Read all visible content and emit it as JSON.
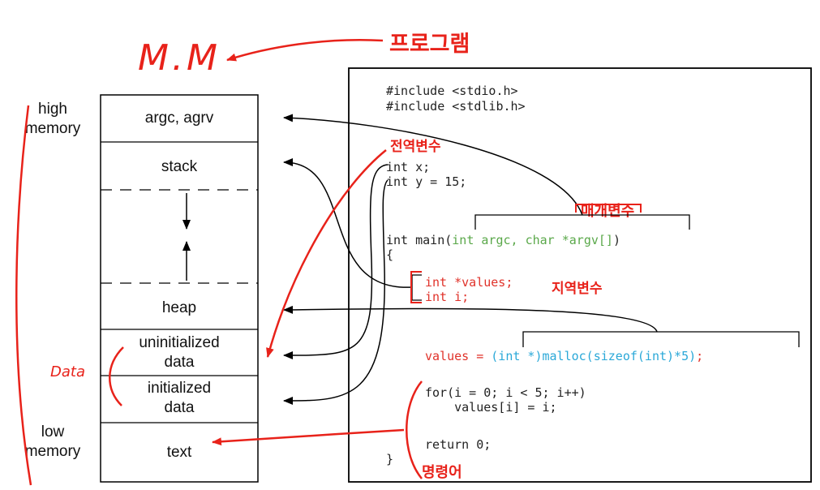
{
  "side_labels": {
    "high_memory": [
      "high",
      "memory"
    ],
    "low_memory": [
      "low",
      "memory"
    ]
  },
  "segments": {
    "args": [
      "argc, agrv"
    ],
    "stack": [
      "stack"
    ],
    "heap": [
      "heap"
    ],
    "uninitialized": [
      "uninitialized",
      "data"
    ],
    "initialized": [
      "initialized",
      "data"
    ],
    "text": [
      "text"
    ]
  },
  "code": {
    "include1": "#include <stdio.h>",
    "include2": "#include <stdlib.h>",
    "int_x": "int x;",
    "int_y": "int y = 15;",
    "main_prefix": "int main(",
    "main_params": "int argc, char *argv[]",
    "main_suffix": ")",
    "open_brace": "{",
    "values_decl": "int *values;",
    "i_decl": "int i;",
    "malloc_lhs": "values = ",
    "malloc_rhs": "(int *)malloc(sizeof(int)*5)",
    "malloc_end": ";",
    "for_line": "for(i = 0; i < 5; i++)",
    "assign_line": "    values[i] = i;",
    "return_line": "return 0;",
    "close_brace": "}"
  },
  "annotations": {
    "mm": "M.M",
    "program": "프로그램",
    "global_var": "전역변수",
    "param_var": "매개변수",
    "local_var": "지역변수",
    "data": "Data",
    "instruction": "명령어"
  },
  "colors": {
    "code_default": "#222222",
    "code_params": "#5aa84a",
    "code_locals": "#e0322a",
    "code_malloc": "#2aa8d8",
    "annotation": "#e8221a"
  }
}
